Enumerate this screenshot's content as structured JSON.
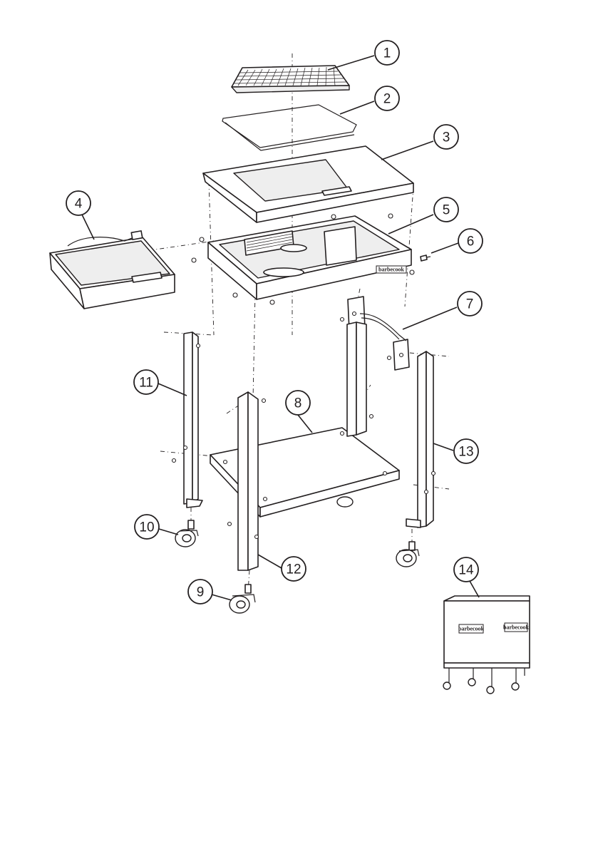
{
  "diagram": {
    "brand_logo": "barbecook",
    "callouts": [
      "1",
      "2",
      "3",
      "4",
      "5",
      "6",
      "7",
      "8",
      "9",
      "10",
      "11",
      "12",
      "13",
      "14"
    ]
  }
}
